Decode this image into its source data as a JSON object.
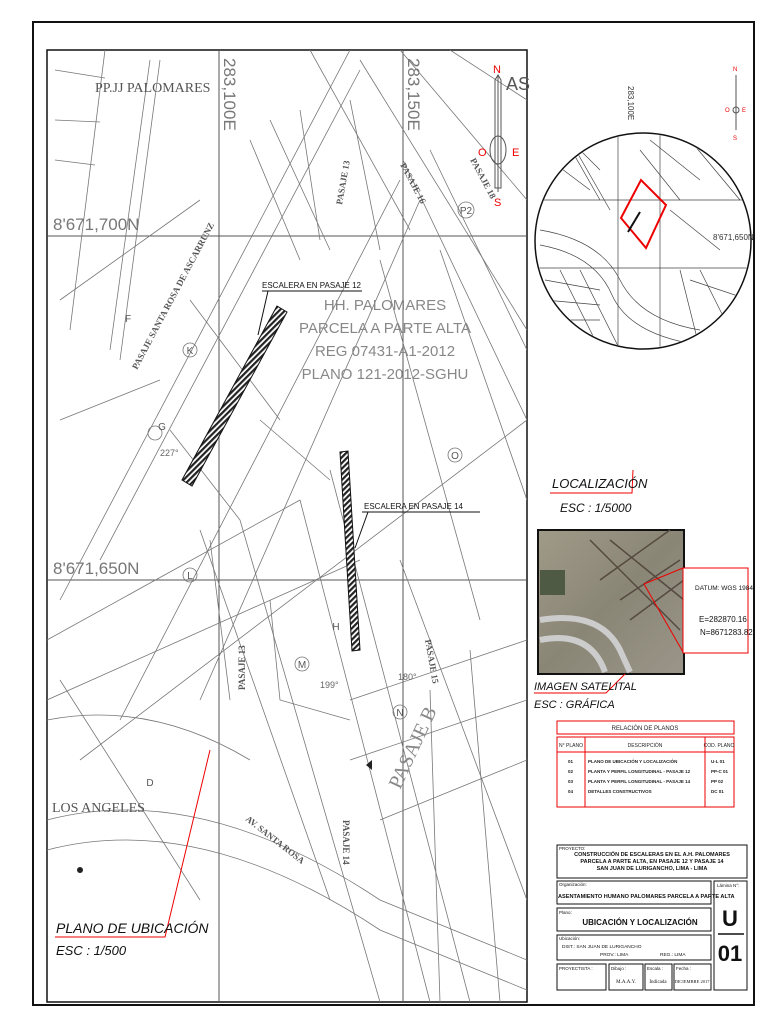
{
  "main_map": {
    "settlement_label": "PP.JJ PALOMARES",
    "neighbour_label": "AS",
    "los_angeles_label": "LOS ANGELES",
    "easting_1": "283,100E",
    "easting_2": "283,150E",
    "northing_1": "8'671,700N",
    "northing_2": "8'671,650N",
    "center_text": [
      "HH. PALOMARES",
      "PARCELA A PARTE ALTA",
      "REG 07431-A1-2012",
      "PLANO 121-2012-SGHU"
    ],
    "callout_12": "ESCALERA EN PASAJE 12",
    "callout_14": "ESCALERA EN PASAJE 14",
    "street_labels": [
      "PASAJE 13",
      "PASAJE 16",
      "PASAJE 18",
      "PASAJE 13",
      "PASAJE 14",
      "PASAJE 15",
      "PASAJE B",
      "AV. SANTA ROSA",
      "PASAJE SANTA ROSA DE ASCARRUNZ"
    ],
    "block_labels": [
      "K",
      "G",
      "L",
      "M",
      "H",
      "N",
      "O",
      "P2",
      "D",
      "F"
    ],
    "angles": [
      "227°",
      "199°",
      "180°"
    ],
    "compass": {
      "n": "N",
      "s": "S",
      "e": "E",
      "w": "O"
    },
    "title": "PLANO DE UBICACIÓN",
    "scale": "ESC : 1/500"
  },
  "location_map": {
    "northing": "8'671,650N",
    "easting": "283,100E",
    "title": "LOCALIZACIÓN",
    "scale": "ESC : 1/5000",
    "compass": {
      "n": "N",
      "s": "S",
      "e": "E",
      "w": "O"
    }
  },
  "satellite": {
    "title": "IMAGEN SATELITAL",
    "scale": "ESC : GRÁFICA",
    "datum": "DATUM: WGS 1984",
    "east": "E=282870.16",
    "north": "N=8671283.82"
  },
  "plan_relation": {
    "title": "RELACIÓN DE PLANOS",
    "headers": [
      "N° PLANO",
      "DESCRIPCIÓN",
      "COD. PLANO"
    ],
    "rows": [
      [
        "01",
        "PLANO DE UBICACIÓN Y LOCALIZACIÓN",
        "U-L 01"
      ],
      [
        "02",
        "PLANTA Y PERFIL LONGITUDINAL - PASAJE 12",
        "PP-C 01"
      ],
      [
        "03",
        "PLANTA Y PERFIL LONGITUDINAL - PASAJE 14",
        "PP 02"
      ],
      [
        "04",
        "DETALLES CONSTRUCTIVOS",
        "DC 01"
      ]
    ]
  },
  "title_block": {
    "project_label": "PROYECTO:",
    "project_lines": [
      "CONSTRUCCIÓN DE ESCALERAS EN EL A.H. PALOMARES",
      "PARCELA A PARTE ALTA, EN PASAJE 12 Y PASAJE 14",
      "SAN JUAN DE LURIGANCHO, LIMA - LIMA"
    ],
    "org_label": "Organización:",
    "org": "ASENTAMIENTO HUMANO PALOMARES PARCELA A PARTE ALTA",
    "sheet_label": "Lámina N°:",
    "sheet_letter": "U",
    "sheet_number": "01",
    "plan_label": "Plano:",
    "plan": "UBICACIÓN Y LOCALIZACIÓN",
    "location_label": "Ubicación:",
    "district": "DIST.: SAN JUAN DE LURIGANCHO",
    "province": "PROV.: LIMA",
    "region": "REG.: LIMA",
    "designer_label": "PROYECTISTA :",
    "drawing_label": "Dibujo :",
    "drawing": "M.A.A.Y.",
    "scale_label": "Escala :",
    "scale": "Indicada",
    "date_label": "Fecha :",
    "date": "DICIEMBRE 2017"
  },
  "colors": {
    "accent": "#e00000",
    "line": "#777777"
  }
}
